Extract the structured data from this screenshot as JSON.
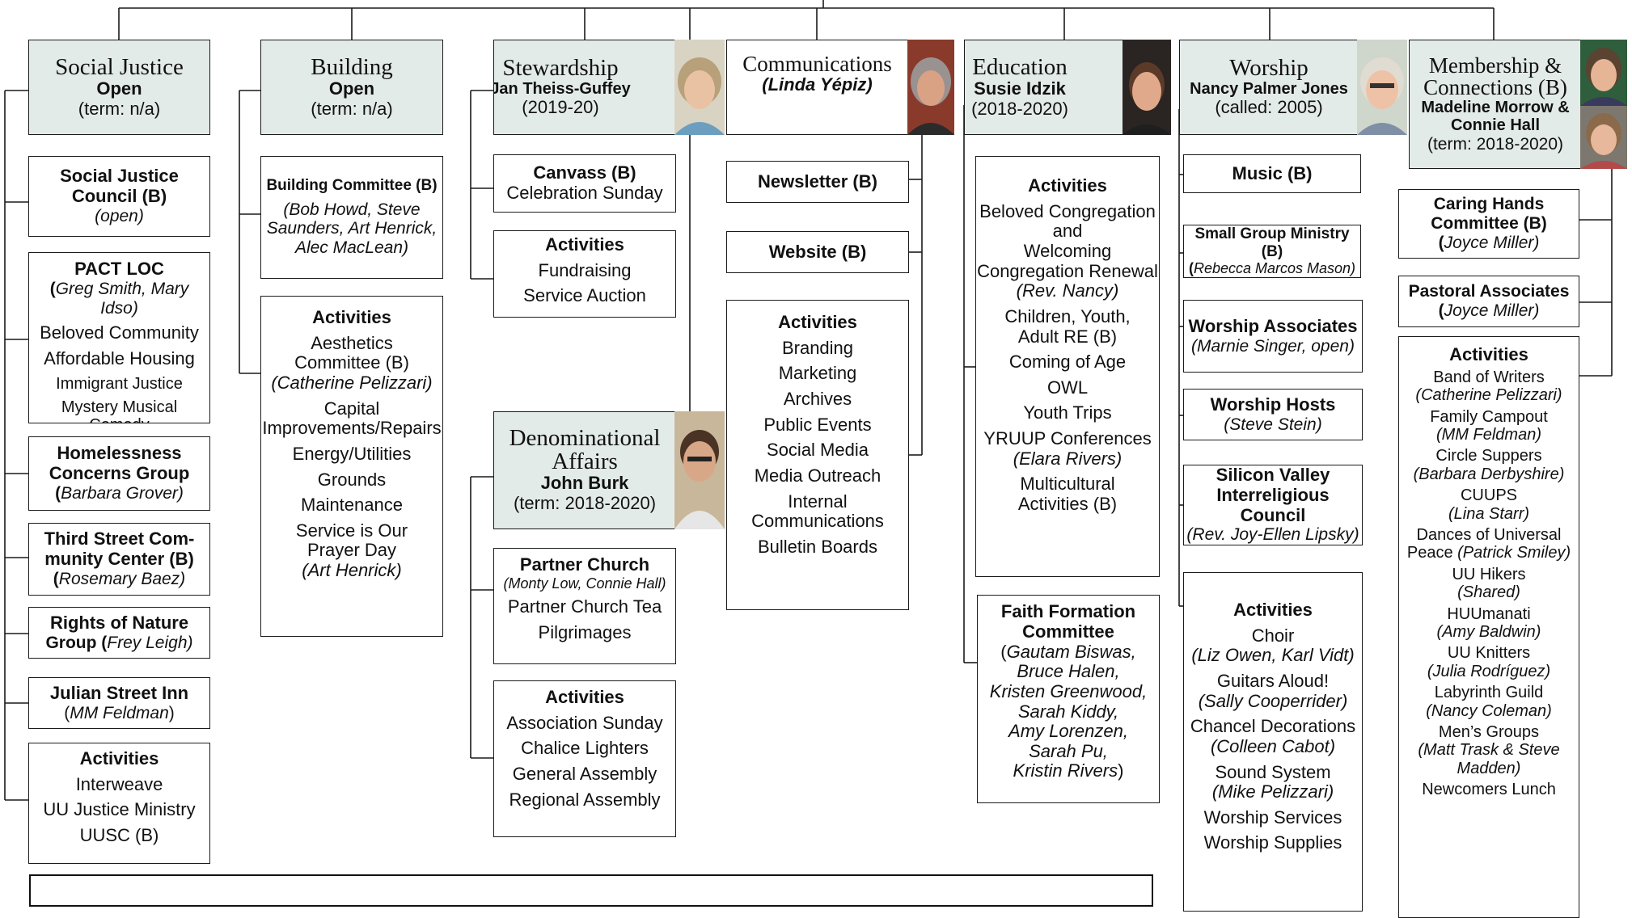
{
  "departments": {
    "social_justice": {
      "title": "Social Justice",
      "leader": "Open",
      "term": "(term: n/a)"
    },
    "building": {
      "title": "Building",
      "leader": "Open",
      "term": "(term: n/a)"
    },
    "stewardship": {
      "title": "Stewardship",
      "leader": "Jan Theiss-Guffey",
      "term": "(2019-20)"
    },
    "communications": {
      "title": "Communications",
      "leader": "(Linda Yépiz)"
    },
    "denominational": {
      "title_1": "Denominational",
      "title_2": "Affairs",
      "leader": "John Burk",
      "term": "(term: 2018-2020)"
    },
    "education": {
      "title": "Education",
      "leader": "Susie Idzik",
      "term": "(2018-2020)"
    },
    "worship": {
      "title": "Worship",
      "leader": "Nancy Palmer Jones",
      "term": "(called: 2005)"
    },
    "membership": {
      "title_1": "Membership &",
      "title_2": "Connections (B)",
      "leader_1": "Madeline Morrow &",
      "leader_2": "Connie Hall",
      "term": "(term: 2018-2020)"
    }
  },
  "social_justice": {
    "council": {
      "l1": "Social Justice",
      "l2": "Council (B)",
      "p": "(open)"
    },
    "pact": {
      "title": "PACT LOC",
      "open": "(",
      "people": "Greg Smith, Mary Idso)",
      "items": [
        "Beloved Community",
        "Affordable Housing",
        "Immigrant Justice",
        "Mystery Musical Comedy"
      ]
    },
    "homelessness": {
      "l1": "Homelessness",
      "l2": "Concerns Group",
      "open": "(",
      "people": "Barbara Grover)"
    },
    "third_street": {
      "l1": "Third Street Com-",
      "l2": "munity Center (B)",
      "open": "(",
      "people": "Rosemary Baez)"
    },
    "rights": {
      "l1": "Rights of Nature",
      "l2": "Group (",
      "people": "Frey Leigh)"
    },
    "julian": {
      "l1": "Julian Street Inn",
      "open": "(",
      "people": "MM Feldman",
      "close": ")"
    },
    "activities": {
      "title": "Activities",
      "items": [
        "Interweave",
        "UU Justice Ministry",
        "UUSC (B)"
      ]
    }
  },
  "building": {
    "committee": {
      "title": "Building Committee (B)",
      "p1": "(Bob Howd, Steve",
      "p2": "Saunders, Art Henrick,",
      "p3": "Alec MacLean)"
    },
    "activities": {
      "title": "Activities",
      "a1": "Aesthetics",
      "a2": "Committee (B)",
      "a3": "(Catherine Pelizzari)",
      "b1": "Capital",
      "b2": "Improvements/Repairs",
      "c": "Energy/Utilities",
      "d": "Grounds",
      "e": "Maintenance",
      "f1": "Service is Our",
      "f2": "Prayer Day",
      "f3": "(Art Henrick)"
    }
  },
  "stewardship": {
    "canvass": {
      "title": "Canvass (B)",
      "sub": "Celebration Sunday"
    },
    "activities": {
      "title": "Activities",
      "items": [
        "Fundraising",
        "Service Auction"
      ]
    }
  },
  "denominational": {
    "partner": {
      "title": "Partner Church",
      "people": "(Monty Low, Connie Hall)",
      "items": [
        "Partner Church Tea",
        "Pilgrimages"
      ]
    },
    "activities": {
      "title": "Activities",
      "items": [
        "Association Sunday",
        "Chalice Lighters",
        "General Assembly",
        "Regional Assembly"
      ]
    }
  },
  "communications": {
    "newsletter": "Newsletter (B)",
    "website": "Website (B)",
    "activities": {
      "title": "Activities",
      "items": [
        "Branding",
        "Marketing",
        "Archives",
        "Public Events",
        "Social Media",
        "Media Outreach"
      ],
      "internal_1": "Internal",
      "internal_2": "Communications",
      "last": "Bulletin Boards"
    }
  },
  "education": {
    "activities": {
      "title": "Activities",
      "a1": "Beloved Congregation",
      "a2": "and",
      "a3": "Welcoming",
      "a4": "Congregation Renewal",
      "a5": "(Rev. Nancy)",
      "b1": "Children, Youth,",
      "b2": "Adult RE (B)",
      "c": "Coming of Age",
      "d": "OWL",
      "e": "Youth Trips",
      "f1": "YRUUP Conferences",
      "f2": "(Elara Rivers)",
      "g1": "Multicultural",
      "g2": "Activities (B)"
    },
    "faith": {
      "t1": "Faith Formation",
      "t2": "Committee",
      "p1": "Gautam Biswas,",
      "p2": "Bruce Halen,",
      "p3": "Kristen Greenwood,",
      "p4": "Sarah Kiddy,",
      "p5": "Amy Lorenzen,",
      "p6": "Sarah Pu,",
      "p7": "Kristin Rivers",
      "open": "(",
      "close": ")"
    }
  },
  "worship": {
    "music": "Music (B)",
    "small_group": {
      "title": "Small Group Ministry (B)",
      "open": "(",
      "people": "Rebecca Marcos Mason)"
    },
    "associates": {
      "title": "Worship Associates",
      "people": "(Marnie Singer, open)"
    },
    "hosts": {
      "title": "Worship Hosts",
      "people": "(Steve Stein)"
    },
    "silicon": {
      "l1": "Silicon Valley",
      "l2": "Interreligious Council",
      "people": "(Rev. Joy-Ellen Lipsky)"
    },
    "activities": {
      "title": "Activities",
      "a1": "Choir",
      "a2": "(Liz Owen, Karl Vidt)",
      "b1": "Guitars Aloud!",
      "b2": "(Sally Cooperrider)",
      "c1": "Chancel Decorations",
      "c2": "(Colleen Cabot)",
      "d1": "Sound System",
      "d2": "(Mike Pelizzari)",
      "e": "Worship Services",
      "f": "Worship Supplies"
    }
  },
  "membership": {
    "caring": {
      "l1": "Caring Hands",
      "l2": "Committee (B)",
      "open": "(",
      "people": "Joyce Miller)"
    },
    "pastoral": {
      "title": "Pastoral Associates",
      "open": "(",
      "people": "Joyce Miller)"
    },
    "activities": {
      "title": "Activities",
      "a1": "Band of Writers",
      "a2": "(Catherine Pelizzari)",
      "b1": "Family Campout",
      "b2": "(MM Feldman)",
      "c1": "Circle Suppers",
      "c2": "(Barbara Derbyshire)",
      "d1": "CUUPS",
      "d2": "(Lina Starr)",
      "e1": "Dances of Universal",
      "e2": "Peace ",
      "e3": "(Patrick Smiley)",
      "f1": "UU Hikers",
      "f2": "(Shared)",
      "g1": "HUUmanati",
      "g2": "(Amy Baldwin)",
      "h1": "UU Knitters",
      "h2": "(Julia Rodríguez)",
      "i1": "Labyrinth Guild",
      "i2": "(Nancy Coleman)",
      "j1": "Men’s Groups",
      "j2": "(Matt Trask & Steve",
      "j3": "Madden)",
      "k1": "Newcomers Lunch"
    }
  },
  "colors": {
    "header_fill": "#e3ebe8",
    "line": "#1a1a1a"
  }
}
